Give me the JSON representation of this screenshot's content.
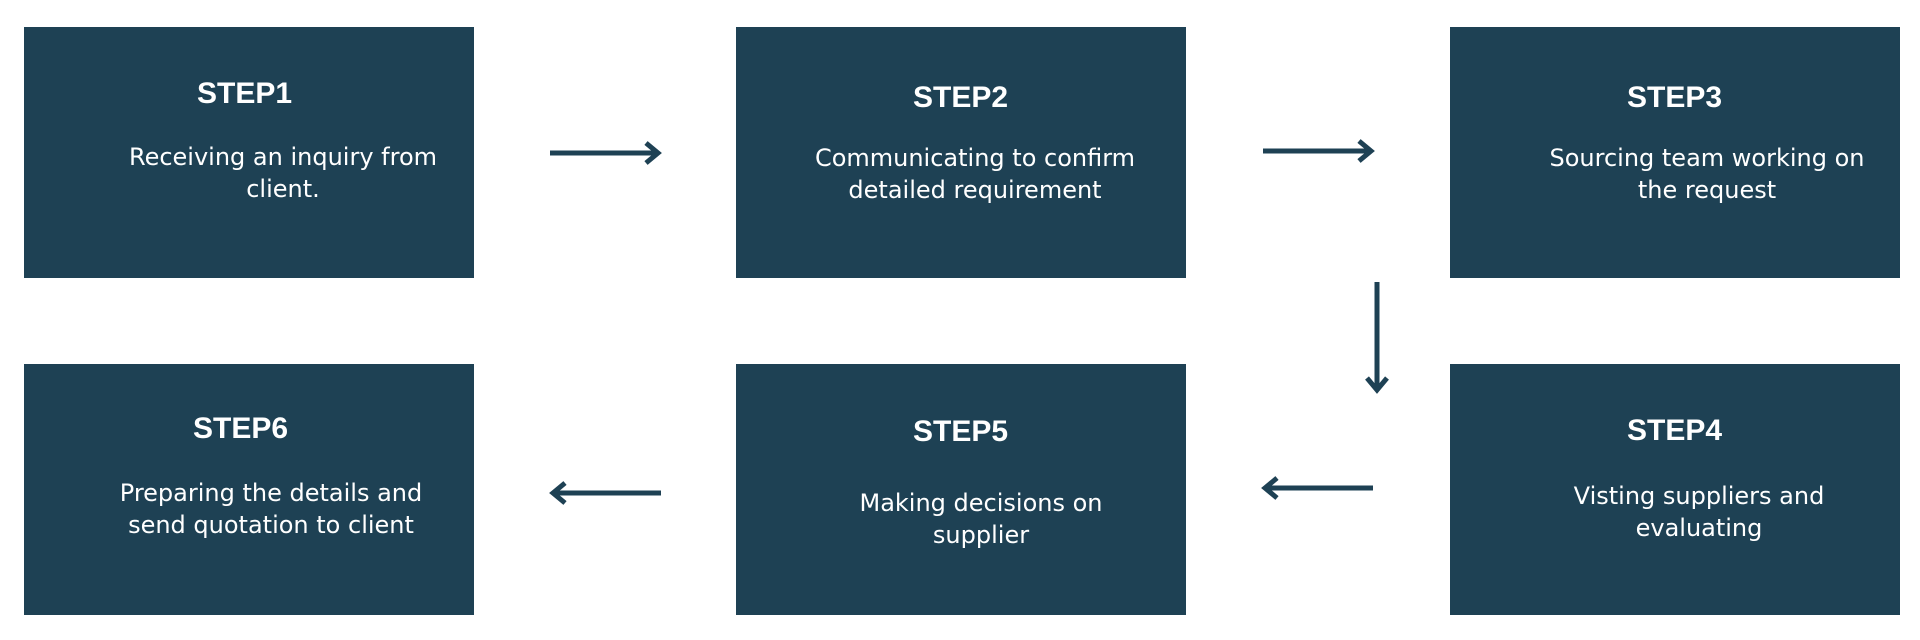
{
  "steps": [
    {
      "title": "STEP1",
      "lines": [
        "Receiving an inquiry from",
        "client."
      ]
    },
    {
      "title": "STEP2",
      "lines": [
        "Communicating to confirm",
        "detailed requirement"
      ]
    },
    {
      "title": "STEP3",
      "lines": [
        "Sourcing team working on",
        "the request"
      ]
    },
    {
      "title": "STEP4",
      "lines": [
        "Visting suppliers and",
        "evaluating"
      ]
    },
    {
      "title": "STEP5",
      "lines": [
        "Making decisions on",
        "supplier"
      ]
    },
    {
      "title": "STEP6",
      "lines": [
        "Preparing the details and",
        "send quotation to client"
      ]
    }
  ],
  "colors": {
    "box": "#1e4154",
    "arrow": "#1e4154",
    "text": "#ffffff"
  }
}
